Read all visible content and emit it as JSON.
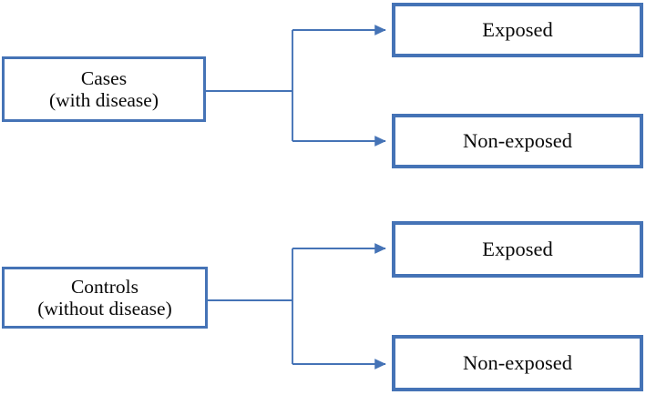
{
  "diagram": {
    "type": "case-control-study-flow",
    "background_color": "#ffffff",
    "line_color": "#4573b6",
    "text_color": "#0a0a0a",
    "groups": [
      {
        "id": "cases",
        "label": "Cases\n(with disease)",
        "line1": "Cases",
        "line2": "(with disease)",
        "branches": [
          {
            "id": "cases-exposed",
            "label": "Exposed"
          },
          {
            "id": "cases-nonexposed",
            "label": "Non-exposed"
          }
        ]
      },
      {
        "id": "controls",
        "label": "Controls\n(without disease)",
        "line1": "Controls",
        "line2": "(without disease)",
        "branches": [
          {
            "id": "controls-exposed",
            "label": "Exposed"
          },
          {
            "id": "controls-nonexposed",
            "label": "Non-exposed"
          }
        ]
      }
    ]
  }
}
